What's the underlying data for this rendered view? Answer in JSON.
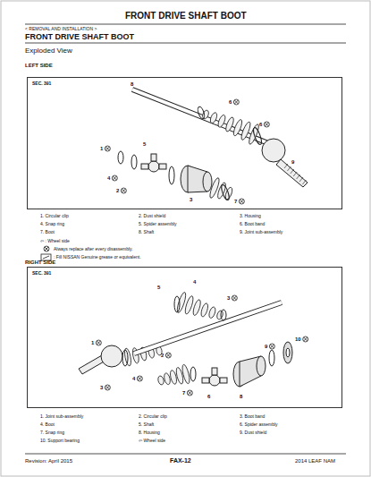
{
  "diagram": {
    "title": "FRONT DRIVE SHAFT BOOT",
    "nodes": [
      {
        "text": [
          "SEC. 391"
        ]
      },
      {
        "text": [
          "SEC. 391"
        ]
      }
    ],
    "labels": [
      "< REMOVAL AND INSTALLATION >",
      "FRONT DRIVE SHAFT BOOT",
      "Exploded View",
      "LEFT SIDE",
      "8",
      "6",
      "6",
      "1",
      "4",
      "2",
      "5",
      "3",
      "7",
      "9",
      "1. Circular clip",
      "2. Dust shield",
      "3. Housing",
      "4. Snap ring",
      "5. Spider assembly",
      "6. Boot band",
      "7. Boot",
      "8. Shaft",
      "9. Joint sub-assembly",
      "⇦ : Wheel side",
      "Always replace after every disassembly.",
      ": Fill NISSAN Genuine grease or equivalent.",
      "RIGHT SIDE",
      "1",
      "3",
      "4",
      "2",
      "7",
      "6",
      "8",
      "5",
      "4",
      "3",
      "9",
      "10",
      "1. Joint sub-assembly",
      "2. Circular clip",
      "3. Boot band",
      "4. Boot",
      "5. Shaft",
      "6. Spider assembly",
      "7. Snap ring",
      "8. Housing",
      "9. Dust shield",
      "10. Support bearing",
      "⇦ Wheel side",
      "Revision: April 2015",
      "FAX-12",
      "2014 LEAF NAM"
    ]
  }
}
